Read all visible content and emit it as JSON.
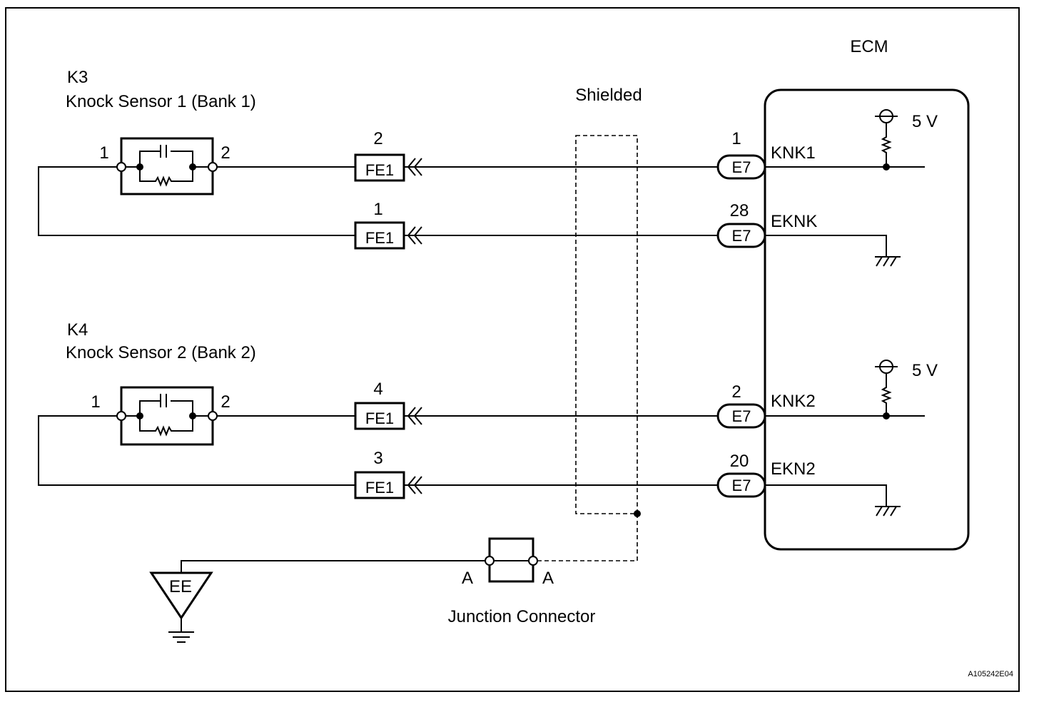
{
  "ecm": {
    "label": "ECM",
    "v1": "5 V",
    "v2": "5 V"
  },
  "shield": {
    "label": "Shielded"
  },
  "sensor1": {
    "id": "K3",
    "name": "Knock Sensor 1 (Bank 1)",
    "pin_left": "1",
    "pin_right": "2"
  },
  "sensor2": {
    "id": "K4",
    "name": "Knock Sensor 2 (Bank 2)",
    "pin_left": "1",
    "pin_right": "2"
  },
  "lines": [
    {
      "fe_pin": "2",
      "fe_label": "FE1",
      "e_pin": "1",
      "e_label": "E7",
      "signal": "KNK1"
    },
    {
      "fe_pin": "1",
      "fe_label": "FE1",
      "e_pin": "28",
      "e_label": "E7",
      "signal": "EKNK"
    },
    {
      "fe_pin": "4",
      "fe_label": "FE1",
      "e_pin": "2",
      "e_label": "E7",
      "signal": "KNK2"
    },
    {
      "fe_pin": "3",
      "fe_label": "FE1",
      "e_pin": "20",
      "e_label": "E7",
      "signal": "EKN2"
    }
  ],
  "junction": {
    "label": "Junction Connector",
    "pin_left": "A",
    "pin_right": "A"
  },
  "ground": {
    "label": "EE"
  },
  "figure_code": "A105242E04"
}
